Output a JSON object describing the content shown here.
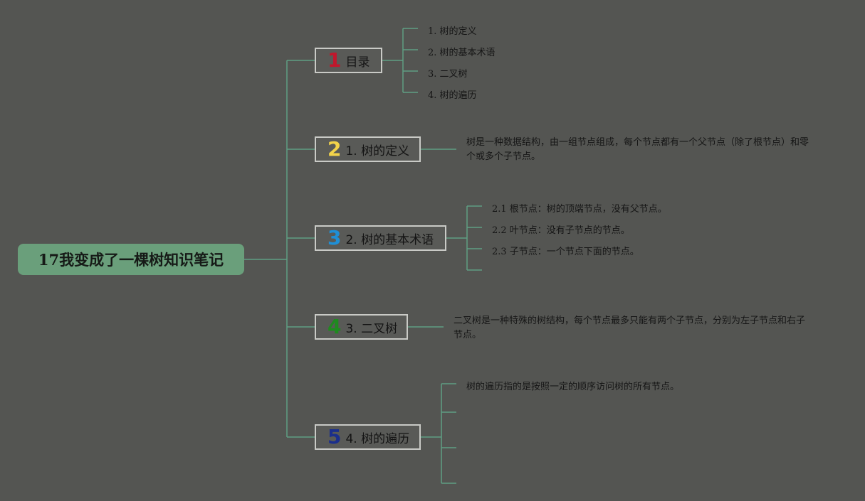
{
  "root": {
    "title": "17我变成了一棵树知识笔记"
  },
  "branches": [
    {
      "num": "1",
      "num_color": "#c0172c",
      "label": "目录",
      "leaves": [
        "1. 树的定义",
        "2. 树的基本术语",
        "3. 二叉树",
        "4. 树的遍历"
      ]
    },
    {
      "num": "2",
      "num_color": "#f2d34a",
      "label": "1. 树的定义",
      "desc": "树是一种数据结构，由一组节点组成，每个节点都有一个父节点（除了根节点）和零个或多个子节点。"
    },
    {
      "num": "3",
      "num_color": "#1f8fd6",
      "label": "2. 树的基本术语",
      "leaves": [
        "2.1 根节点：树的顶端节点，没有父节点。",
        "2.2 叶节点：没有子节点的节点。",
        "2.3 子节点：一个节点下面的节点。",
        ""
      ]
    },
    {
      "num": "4",
      "num_color": "#1f8a1f",
      "label": "3. 二叉树",
      "desc": "二叉树是一种特殊的树结构，每个节点最多只能有两个子节点，分别为左子节点和右子节点。"
    },
    {
      "num": "5",
      "num_color": "#1b2f8c",
      "label": "4. 树的遍历",
      "leaves": [
        "树的遍历指的是按照一定的顺序访问树的所有节点。",
        "",
        "",
        ""
      ]
    }
  ],
  "colors": {
    "line": "#5f9e83",
    "background": "#545552",
    "root_fill": "#6a9f7b",
    "branch_border": "#c9cac6"
  }
}
